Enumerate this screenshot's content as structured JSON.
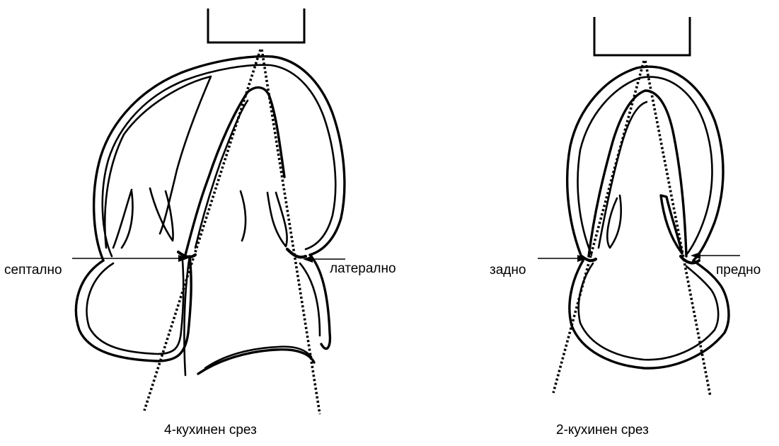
{
  "left_view": {
    "caption": "4-кухинен срез",
    "label_left": "септално",
    "label_right": "латерално"
  },
  "right_view": {
    "caption": "2-кухинен срез",
    "label_left": "задно",
    "label_right": "предно"
  },
  "colors": {
    "ink": "#000000",
    "background": "#ffffff"
  }
}
